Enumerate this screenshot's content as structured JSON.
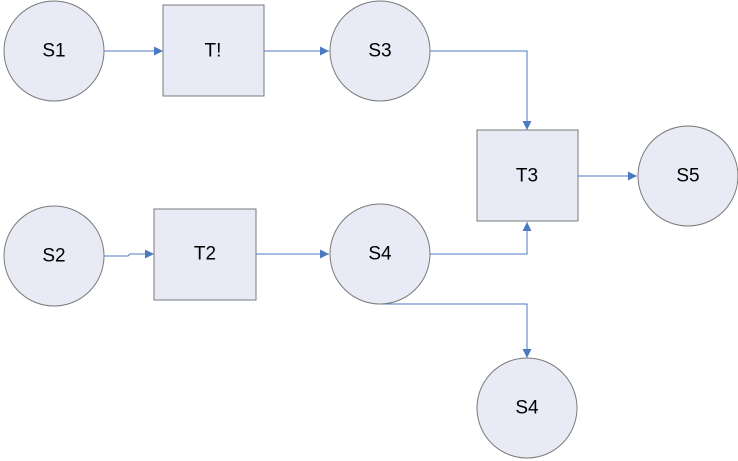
{
  "colors": {
    "node_fill": "#e8ebf5",
    "node_stroke": "#7a7a7a",
    "edge": "#4d79c0",
    "text": "#000000"
  },
  "nodes": [
    {
      "id": "s1",
      "shape": "circle",
      "label": "S1"
    },
    {
      "id": "t1",
      "shape": "square",
      "label": "T!"
    },
    {
      "id": "s3",
      "shape": "circle",
      "label": "S3"
    },
    {
      "id": "t3",
      "shape": "square",
      "label": "T3"
    },
    {
      "id": "s5",
      "shape": "circle",
      "label": "S5"
    },
    {
      "id": "s2",
      "shape": "circle",
      "label": "S2"
    },
    {
      "id": "t2",
      "shape": "square",
      "label": "T2"
    },
    {
      "id": "s4",
      "shape": "circle",
      "label": "S4"
    },
    {
      "id": "s4b",
      "shape": "circle",
      "label": "S4"
    }
  ],
  "edges": [
    {
      "from": "s1",
      "to": "t1"
    },
    {
      "from": "t1",
      "to": "s3"
    },
    {
      "from": "s3",
      "to": "t3"
    },
    {
      "from": "t3",
      "to": "s5"
    },
    {
      "from": "s2",
      "to": "t2"
    },
    {
      "from": "t2",
      "to": "s4"
    },
    {
      "from": "s4",
      "to": "t3"
    },
    {
      "from": "s4",
      "to": "s4b"
    }
  ]
}
